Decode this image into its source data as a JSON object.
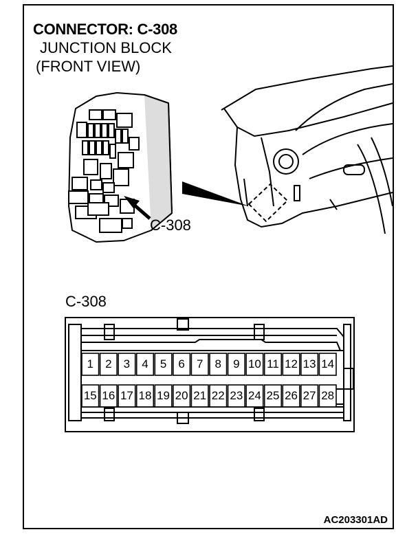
{
  "header": {
    "title": "CONNECTOR: C-308",
    "subtitle_line1": "JUNCTION BLOCK",
    "subtitle_line2": "(FRONT VIEW)"
  },
  "callout_label": "C-308",
  "connector_label": "C-308",
  "pins_top": [
    "1",
    "2",
    "3",
    "4",
    "5",
    "6",
    "7",
    "8",
    "9",
    "10",
    "11",
    "12",
    "13",
    "14"
  ],
  "pins_bottom": [
    "15",
    "16",
    "17",
    "18",
    "19",
    "20",
    "21",
    "22",
    "23",
    "24",
    "25",
    "26",
    "27",
    "28"
  ],
  "figure_code": "AC203301AD"
}
